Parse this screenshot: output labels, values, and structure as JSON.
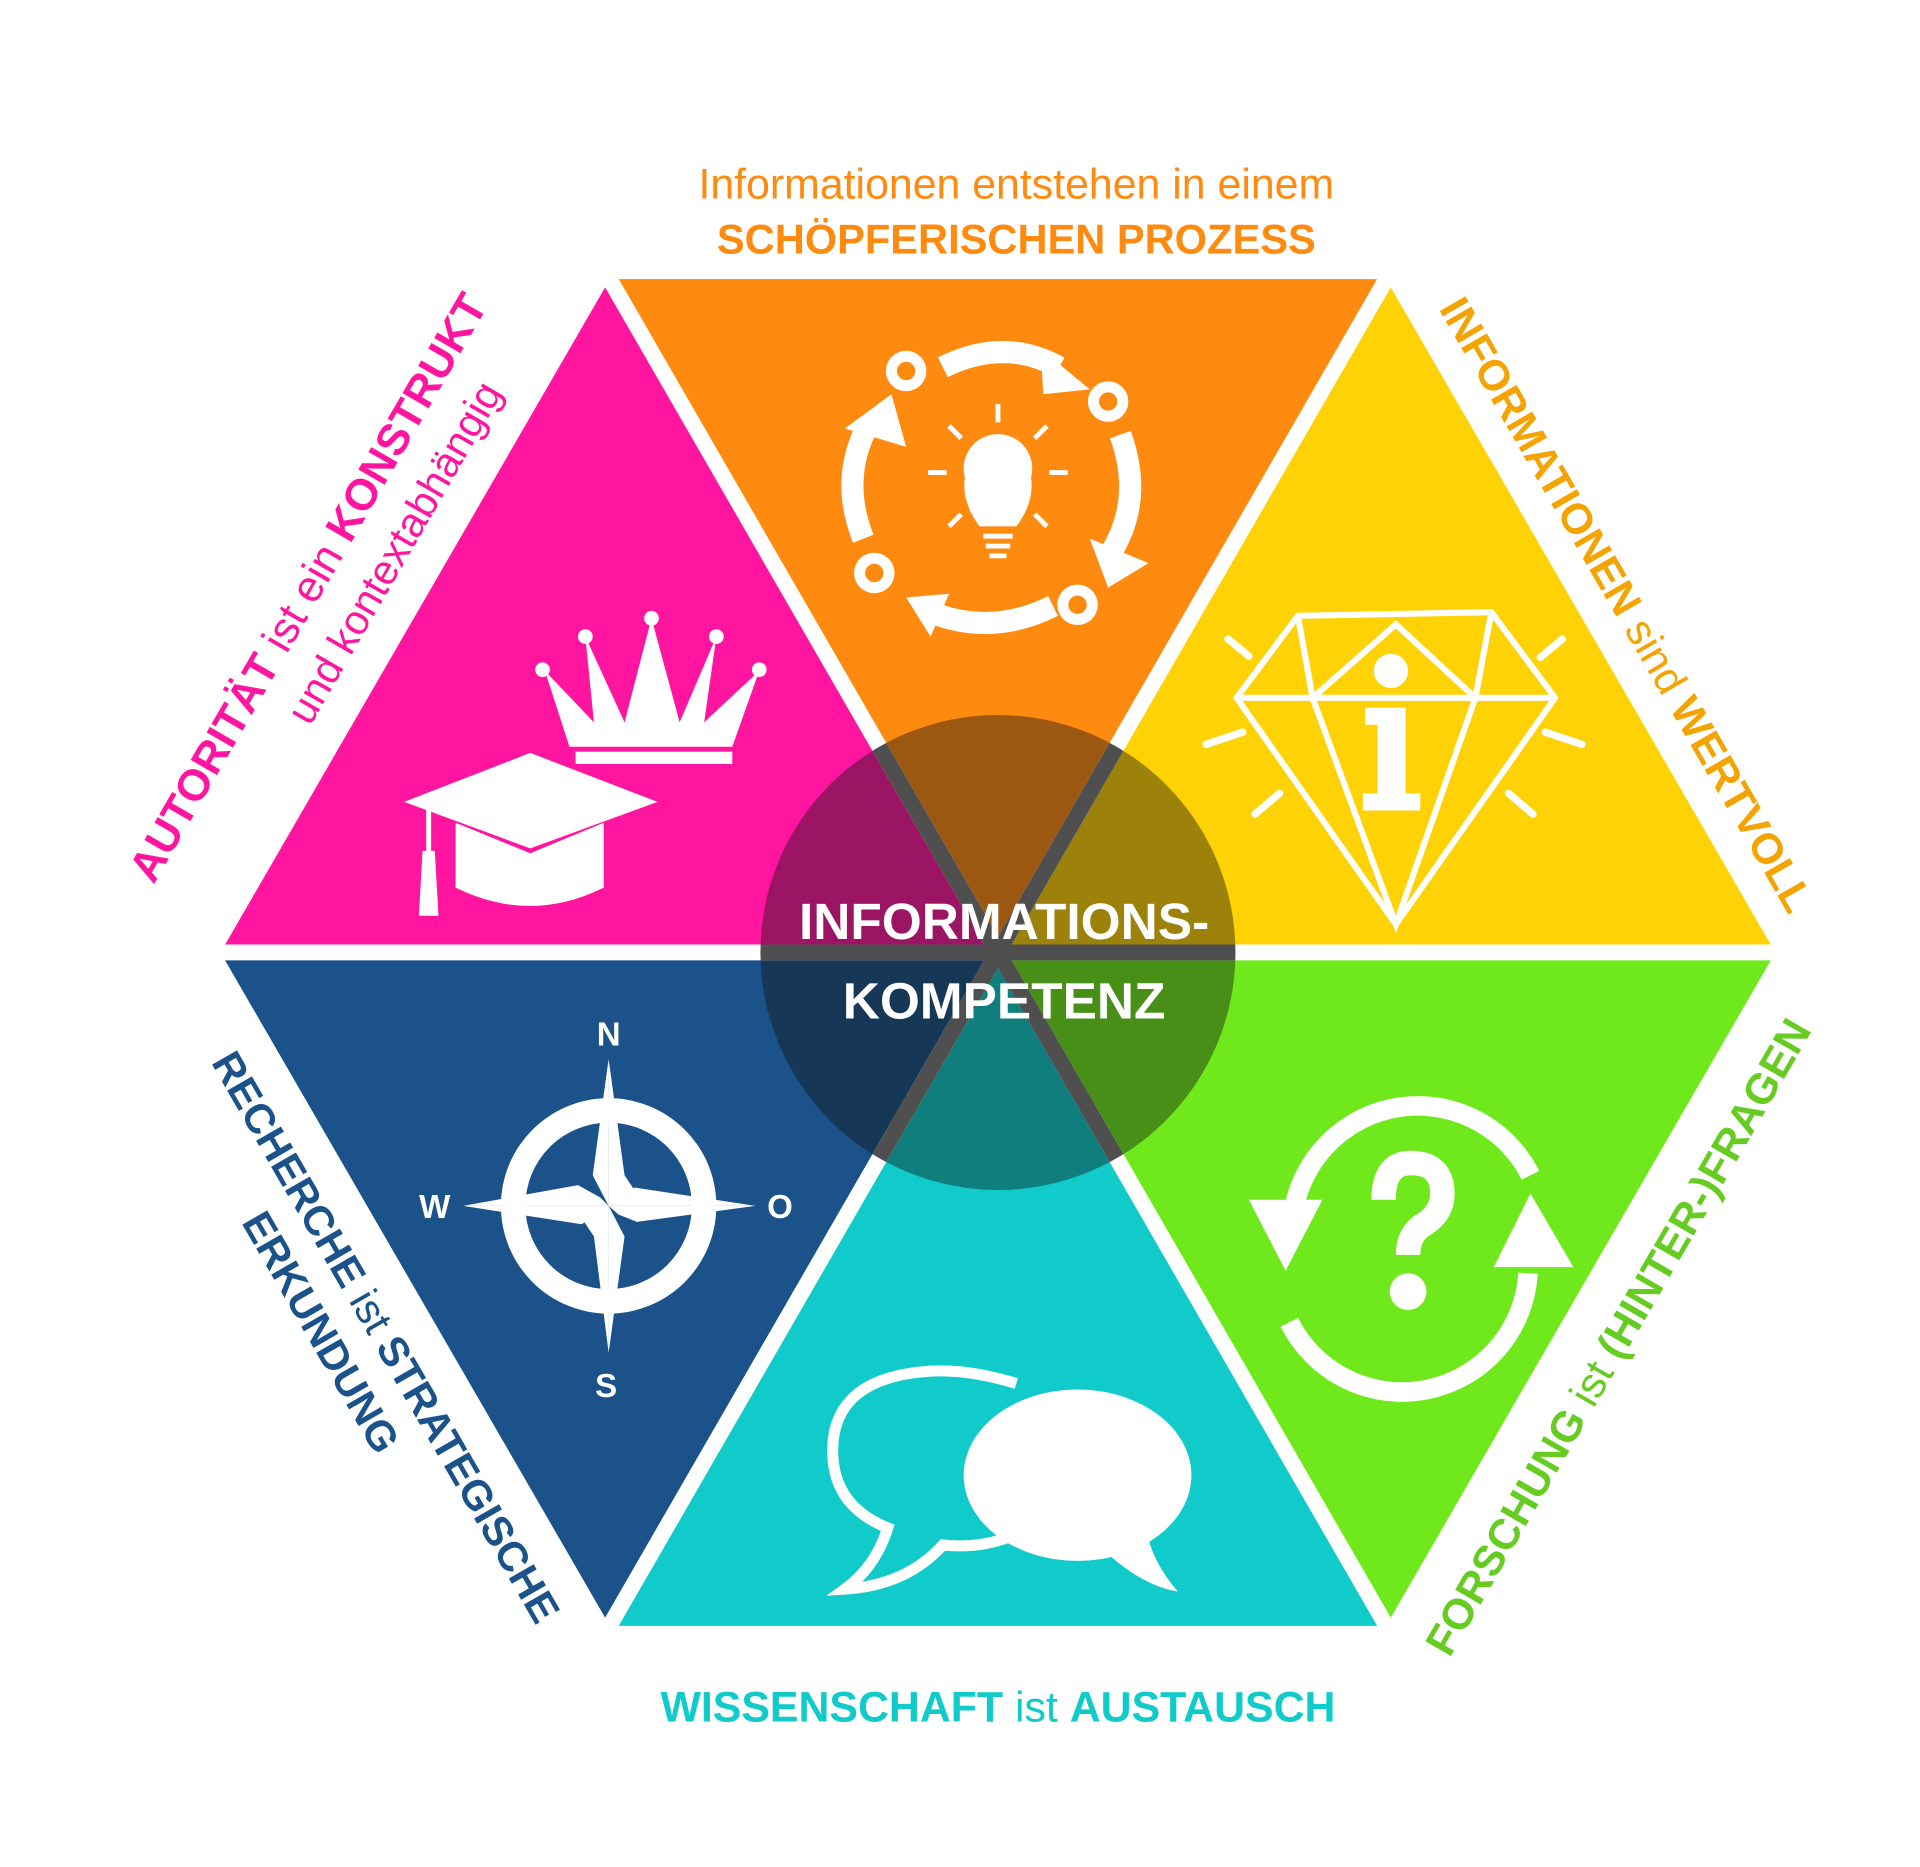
{
  "title": {
    "line1": "INFORMATIONS-",
    "line2": "KOMPETENZ"
  },
  "segments": {
    "top": {
      "line1": "Informationen entstehen in einem",
      "line2": "SCHÖPFERISCHEN PROZESS",
      "color": "#ff8a10",
      "icon": "lightbulb-cycle-icon"
    },
    "right_top": {
      "bold1": "INFORMATIONEN",
      "light": " sind ",
      "bold2": "WERTVOLL",
      "color": "#ffd205",
      "text_color": "#f5a300",
      "icon": "diamond-info-icon"
    },
    "right_bottom": {
      "bold1": "FORSCHUNG",
      "light": " ist ",
      "bold2": "(HINTER-)FRAGEN",
      "color": "#6fe81c",
      "text_color": "#66cc22",
      "icon": "question-cycle-icon"
    },
    "bottom": {
      "bold1": "WISSENSCHAFT",
      "light": " ist ",
      "bold2": "AUSTAUSCH",
      "color": "#11cbcb",
      "icon": "speech-bubbles-icon"
    },
    "left_bottom": {
      "bold1": "RECHERCHE",
      "light": " ist ",
      "bold2": "STRATEGISCHE",
      "line2": "ERKUNDUNG",
      "color": "#1a5289",
      "icon": "compass-icon"
    },
    "left_top": {
      "bold1": "AUTORITÄT",
      "light": " ist ein ",
      "bold2": "KONSTRUKT",
      "line2": "und kontextabhängig",
      "color": "#ff159f",
      "icon": "crown-graduation-cap-icon"
    }
  },
  "compass": {
    "n": "N",
    "w": "W",
    "o": "O",
    "s": "S"
  }
}
